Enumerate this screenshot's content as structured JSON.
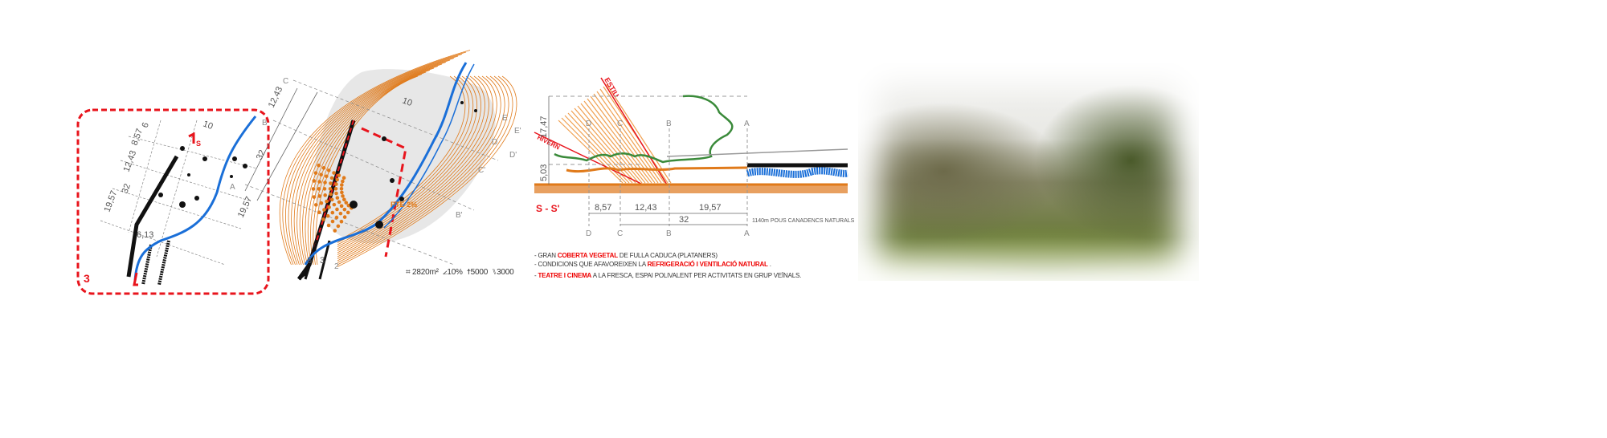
{
  "panel_key": {
    "number": "3",
    "section_mark": "S",
    "dimensions": [
      "6",
      "8,57",
      "12,43",
      "32",
      "19,57",
      "10",
      "6,13"
    ]
  },
  "plan": {
    "grid_labels": [
      "C",
      "B",
      "A",
      "D",
      "E",
      "B'",
      "C'",
      "D'",
      "E'",
      "2"
    ],
    "dimensions": [
      "12,43",
      "32",
      "19,57",
      "10",
      "6",
      "3"
    ],
    "slope_label": "PTE 2%",
    "stats": {
      "area": "2820m²",
      "slope": "10%",
      "people_standing": "5000",
      "people_seated": "3000"
    }
  },
  "section": {
    "title": "S - S'",
    "sun_summer": "ESTIU",
    "sun_winter": "HIVERN",
    "heights": [
      "17,47",
      "5,03"
    ],
    "axis_labels": [
      "D",
      "C",
      "B",
      "A"
    ],
    "dimensions": [
      "8,57",
      "12,43",
      "19,57",
      "32"
    ],
    "distance_note": "1140m POUS CANADENCS NATURALS",
    "notes": [
      {
        "pre": "- GRAN ",
        "hl": "COBERTA VEGETAL",
        "post": " DE FULLA CADUCA (PLATANERS)"
      },
      {
        "pre": "- CONDICIONS QUE AFAVOREIXEN LA ",
        "hl": "REFRIGERACIÓ I VENTILACIÓ NATURAL",
        "post": " ."
      },
      {
        "pre": "- ",
        "hl": "TEATRE I CINEMA",
        "post": " A LA FRESCA, ESPAI POLIVALENT PER ACTIVITATS EN GRUP VEÏNALS."
      }
    ]
  },
  "colors": {
    "red": "#e8141c",
    "blue": "#1a6fd8",
    "orange": "#e07a1a",
    "green": "#3a8a3a"
  }
}
